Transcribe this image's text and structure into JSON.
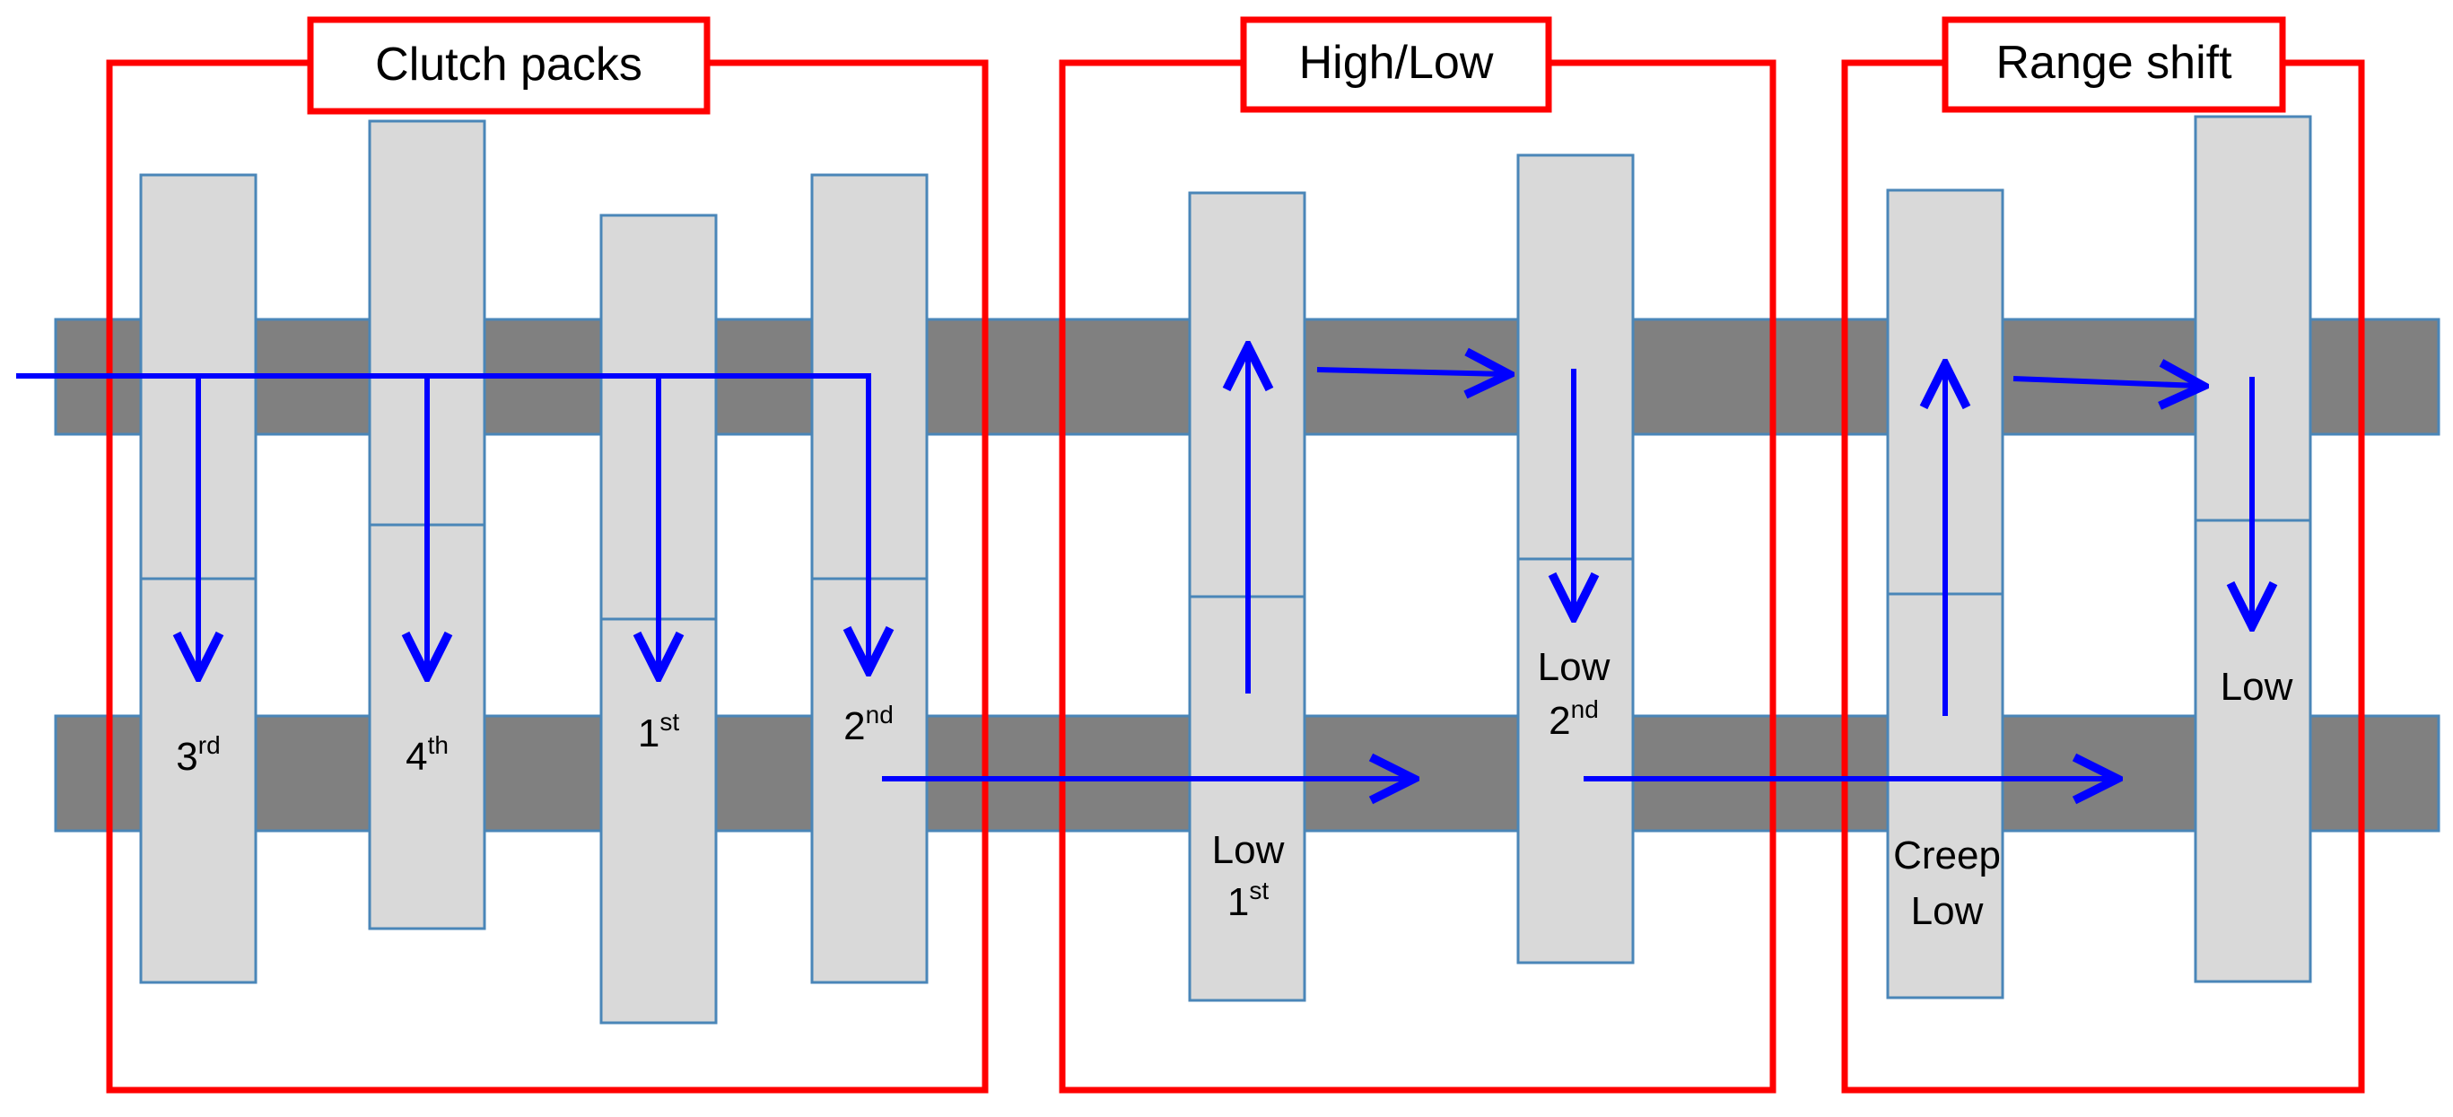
{
  "groups": {
    "clutch_packs": {
      "title": "Clutch packs"
    },
    "high_low": {
      "title": "High/Low"
    },
    "range_shift": {
      "title": "Range shift"
    }
  },
  "gears": {
    "third": {
      "base": "3",
      "sup": "rd"
    },
    "fourth": {
      "base": "4",
      "sup": "th"
    },
    "first": {
      "base": "1",
      "sup": "st"
    },
    "second": {
      "base": "2",
      "sup": "nd"
    },
    "low_first": {
      "line1": "Low",
      "base": "1",
      "sup": "st"
    },
    "low_second": {
      "line1": "Low",
      "base": "2",
      "sup": "nd"
    },
    "creep_low": {
      "line1": "Creep",
      "line2": "Low"
    },
    "range_low": {
      "line1": "Low"
    }
  },
  "colors": {
    "shaft": "#808080",
    "gear_fill": "#d9d9d9",
    "gear_stroke": "#4a86b8",
    "group_border": "#ff0000",
    "flow_arrow": "#0000ff"
  }
}
